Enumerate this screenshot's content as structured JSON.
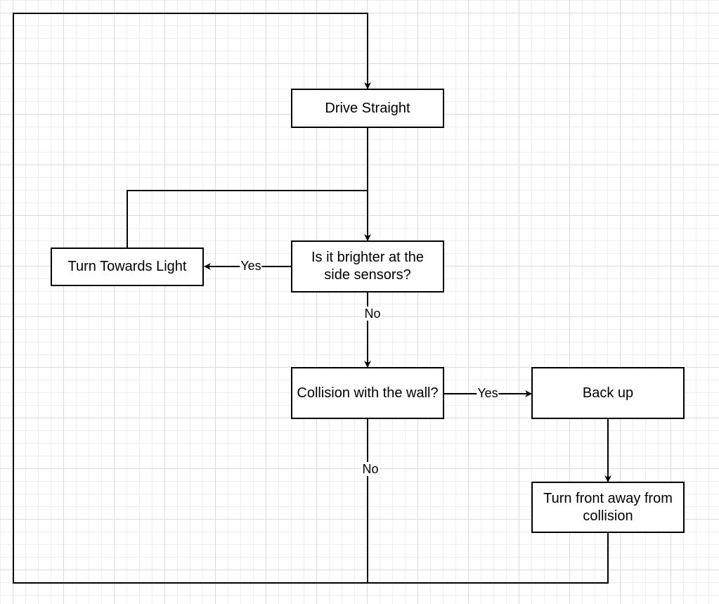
{
  "nodes": {
    "drive_straight": "Drive Straight",
    "brighter_side": "Is it brighter at the side sensors?",
    "turn_towards_light": "Turn Towards Light",
    "collision_wall": "Collision with the wall?",
    "back_up": "Back up",
    "turn_front_away": "Turn front away from collision"
  },
  "edges": {
    "brighter_yes": "Yes",
    "brighter_no": "No",
    "collision_yes": "Yes",
    "collision_no": "No"
  },
  "colors": {
    "line": "#000000",
    "node_fill": "#ffffff",
    "grid_major": "#dadada",
    "grid_minor": "#eeeeee"
  }
}
